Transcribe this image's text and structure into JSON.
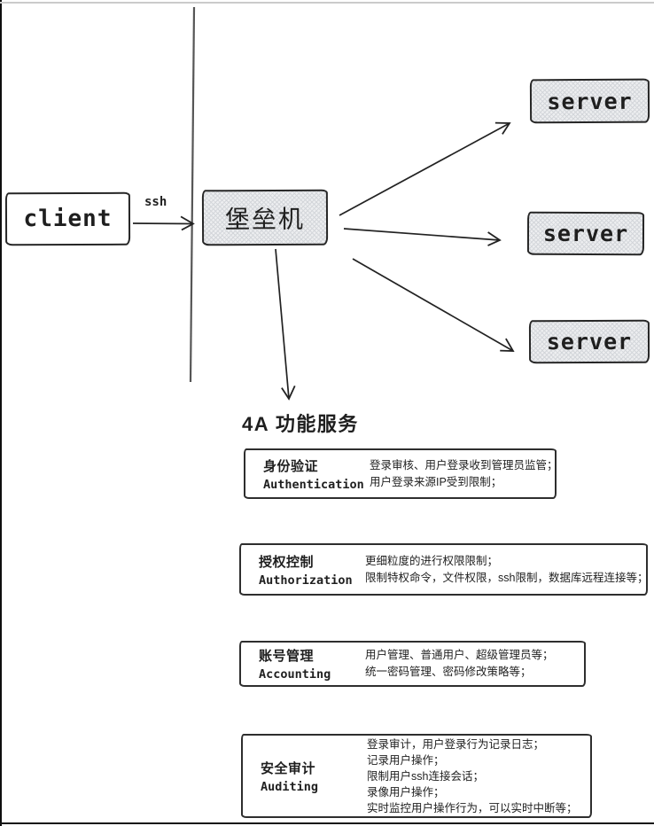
{
  "diagram": {
    "client_label": "client",
    "ssh_label": "ssh",
    "bastion_label": "堡垒机",
    "servers": [
      "server",
      "server",
      "server"
    ],
    "section_heading": "4A 功能服务"
  },
  "services": [
    {
      "title": "身份验证",
      "subtitle": "Authentication",
      "lines": [
        "登录审核、用户登录收到管理员监管；",
        "用户登录来源IP受到限制；"
      ]
    },
    {
      "title": "授权控制",
      "subtitle": "Authorization",
      "lines": [
        "更细粒度的进行权限限制；",
        "限制特权命令，文件权限，ssh限制，数据库远程连接等；"
      ]
    },
    {
      "title": "账号管理",
      "subtitle": "Accounting",
      "lines": [
        "用户管理、普通用户、超级管理员等；",
        "统一密码管理、密码修改策略等；"
      ]
    },
    {
      "title": "安全审计",
      "subtitle": "Auditing",
      "lines": [
        "登录审计，用户登录行为记录日志；",
        "记录用户操作；",
        "限制用户ssh连接会话；",
        "录像用户操作；",
        "实时监控用户操作行为，可以实时中断等；"
      ]
    }
  ],
  "colors": {
    "ink": "#1f1f1f",
    "hatch_fill": "#edeef0",
    "hatch_line": "#d3d6da"
  }
}
